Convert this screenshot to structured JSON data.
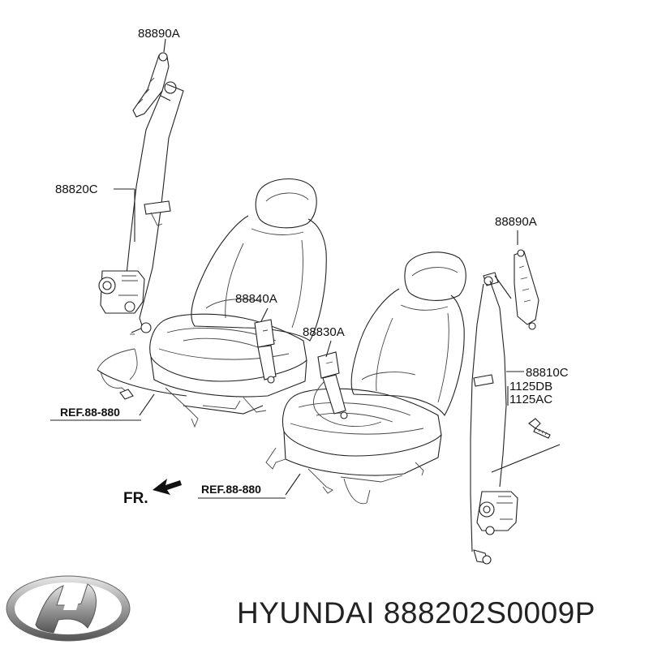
{
  "labels": {
    "upper_anchor_left": "88890A",
    "belt_left": "88820C",
    "buckle_driver": "88840A",
    "buckle_passenger": "88830A",
    "upper_anchor_right": "88890A",
    "belt_right": "88810C",
    "bolt_a": "1125DB",
    "bolt_b": "1125AC",
    "ref_left": "REF.88-880",
    "ref_right": "REF.88-880",
    "front": "FR."
  },
  "brand": {
    "text": "HYUNDAI 888202S0009P",
    "logo": "hyundai-logo"
  }
}
